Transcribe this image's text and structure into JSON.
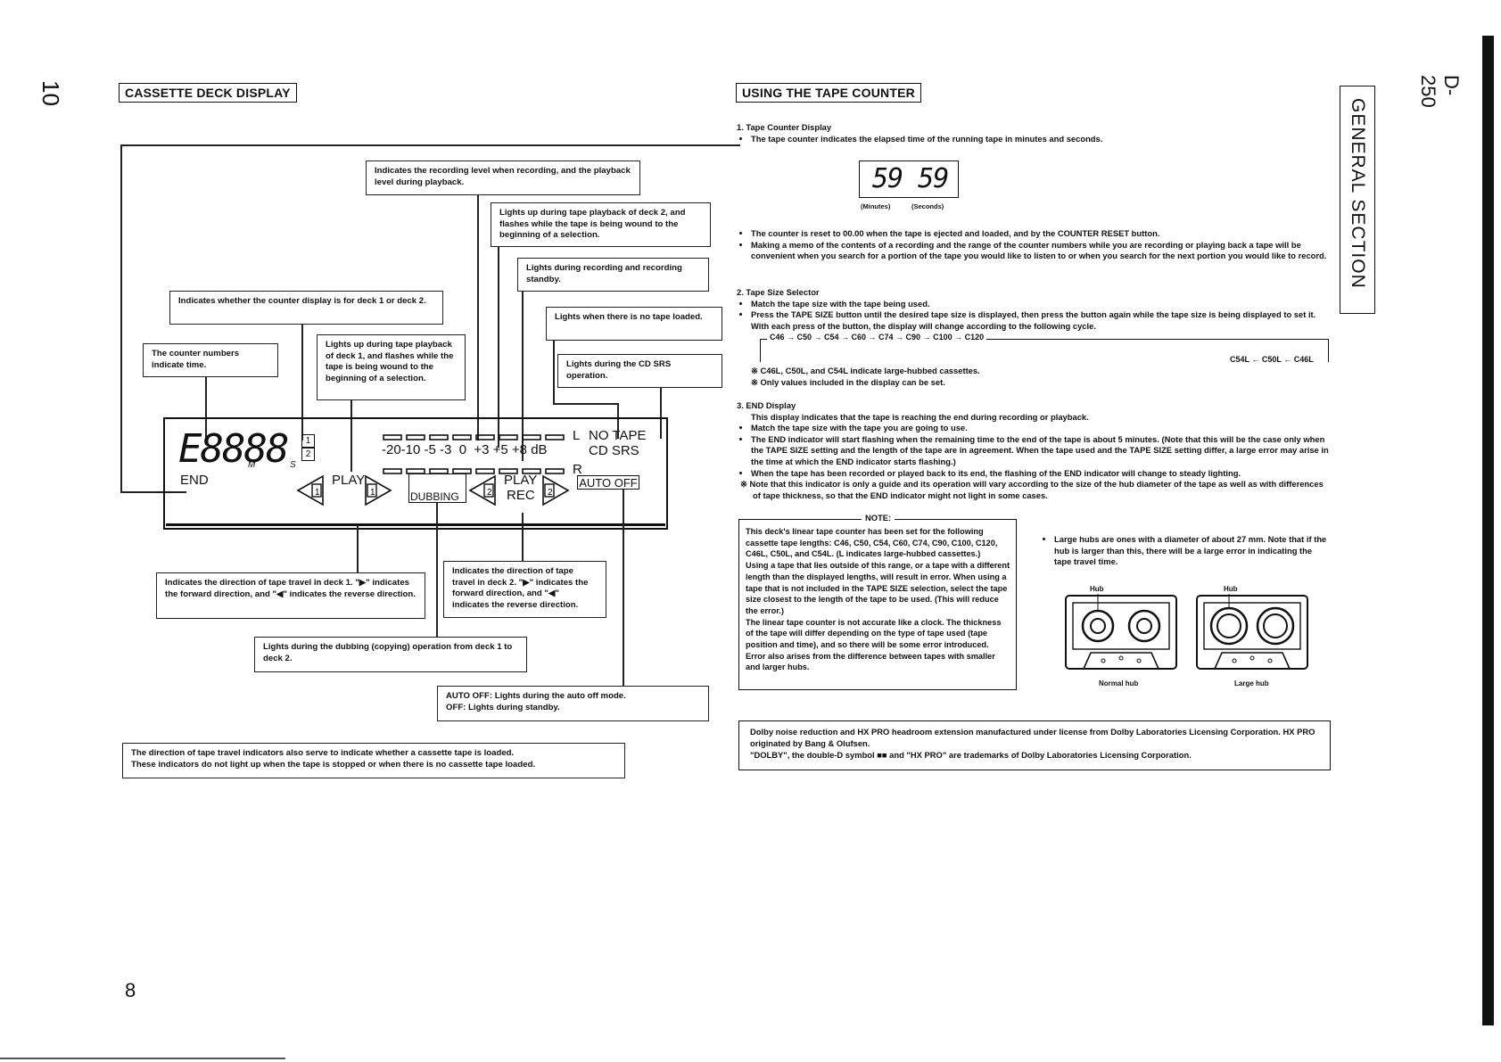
{
  "page_number_top": "10",
  "page_number_bottom": "8",
  "model": "D-250",
  "side_section": "GENERAL SECTION",
  "left": {
    "header": "CASSETTE DECK DISPLAY",
    "callouts": {
      "rec_level": "Indicates the recording level when recording, and the playback level during playback.",
      "deck2_play": "Lights up during tape playback of deck 2, and flashes while the tape is being wound to the beginning of a selection.",
      "rec_standby": "Lights during recording and recording standby.",
      "counter_deck": "Indicates whether the counter display is for deck 1 or deck 2.",
      "no_tape": "Lights when there is no tape loaded.",
      "counter_time": "The counter numbers indicate time.",
      "deck1_play": "Lights up during tape playback of deck 1, and flashes while the tape is being wound to the beginning of a selection.",
      "cd_srs": "Lights during the CD SRS operation.",
      "deck1_dir": "Indicates the direction of tape travel in deck 1. \"▶\" indicates the forward direction, and \"◀\" indicates the reverse direction.",
      "deck2_dir": "Indicates the direction of tape travel in deck 2. \"▶\" indicates the forward direction, and \"◀\" indicates the reverse direction.",
      "dubbing": "Lights during the dubbing (copying) operation from deck 1 to deck 2.",
      "auto_off": "AUTO OFF: Lights during the auto off mode.",
      "off": "OFF: Lights during standby.",
      "bottom_note_1": "The direction of tape travel indicators also serve to indicate whether a cassette tape is loaded.",
      "bottom_note_2": "These indicators do not light up when the tape is stopped or when there is no cassette tape loaded."
    },
    "display": {
      "counter": "E8888",
      "m": "M",
      "s": "S",
      "deck1": "1",
      "deck2": "2",
      "end": "END",
      "scale": "-20-10 -5 -3  0  +3 +5 +8 dB",
      "l": "L",
      "r": "R",
      "no_tape": "NO TAPE",
      "cd_srs": "CD SRS",
      "play1": "PLAY",
      "dubbing": "DUBBING",
      "play2": "PLAY",
      "rec": "REC",
      "auto_off": "AUTO OFF"
    }
  },
  "right": {
    "header": "USING THE TAPE COUNTER",
    "s1_title": "1. Tape Counter Display",
    "s1_b1": "The tape counter indicates the elapsed time of the running tape in minutes and seconds.",
    "counter_value": "59 59",
    "counter_minutes": "(Minutes)",
    "counter_seconds": "(Seconds)",
    "s1_b2": "The counter is reset to 00.00 when the tape is ejected and loaded, and by the COUNTER RESET button.",
    "s1_b3": "Making a memo of the contents of a recording and the range of the counter numbers while you are recording or playing back a tape will be convenient when you search for a portion of the tape you would like to listen to or when you search for the next portion you would like to record.",
    "s2_title": "2. Tape Size Selector",
    "s2_b1": "Match the tape size with the tape being used.",
    "s2_b2": "Press the TAPE SIZE button until the desired tape size is displayed, then press the button again while the tape size is being displayed to set it. With each press of the button, the display will change according to the following cycle.",
    "cycle_top": "C46 → C50 → C54 → C60 → C74 → C90 → C100 → C120",
    "cycle_bottom": "C54L ← C50L ← C46L",
    "s2_n1": "※ C46L, C50L, and C54L indicate large-hubbed cassettes.",
    "s2_n2": "※ Only values included in the display can be set.",
    "s3_title": "3. END Display",
    "s3_intro": "This display indicates that the tape is reaching the end during recording or playback.",
    "s3_b1": "Match the tape size with the tape you are going to use.",
    "s3_b2": "The END indicator will start flashing when the remaining time to the end of the tape is about 5 minutes. (Note that this will be the case only when the TAPE SIZE setting and the length of the tape are in agreement. When the tape used and the TAPE SIZE setting differ, a large error may arise in the time at which the END indicator starts flashing.)",
    "s3_b3": "When the tape has been recorded or played back to its end, the flashing of the END indicator will change to steady lighting.",
    "s3_n1": "※ Note that this indicator is only a guide and its operation will vary according to the size of the hub diameter of the tape as well as with differences of tape thickness, so that the END indicator might not light in some cases.",
    "note_title": "NOTE:",
    "note_p1": "This deck's linear tape counter has been set for the following cassette tape lengths: C46, C50, C54, C60, C74, C90, C100, C120, C46L, C50L, and C54L. (L indicates large-hubbed cassettes.)",
    "note_p2": "Using a tape that lies outside of this range, or a tape with a different length than the displayed lengths, will result in error. When using a tape that is not included in the TAPE SIZE selection, select the tape size closest to the length of the tape to be used. (This will reduce the error.)",
    "note_p3": "The linear tape counter is not accurate like a clock. The thickness of the tape will differ depending on the type of tape used (tape position and time), and so there will be some error introduced. Error also arises from the difference between tapes with smaller and larger hubs.",
    "hub_note": "Large hubs are ones with a diameter of about 27 mm. Note that if the hub is larger than this, there will be a large error in indicating the tape travel time.",
    "hub_label": "Hub",
    "normal_hub": "Normal hub",
    "large_hub": "Large hub",
    "dolby_1": "Dolby noise reduction and HX PRO headroom extension manufactured under license from Dolby Laboratories Licensing Corporation. HX PRO originated by Bang & Olufsen.",
    "dolby_2": "\"DOLBY\", the double-D symbol ■■ and \"HX PRO\" are trademarks of Dolby Laboratories Licensing Corporation."
  }
}
